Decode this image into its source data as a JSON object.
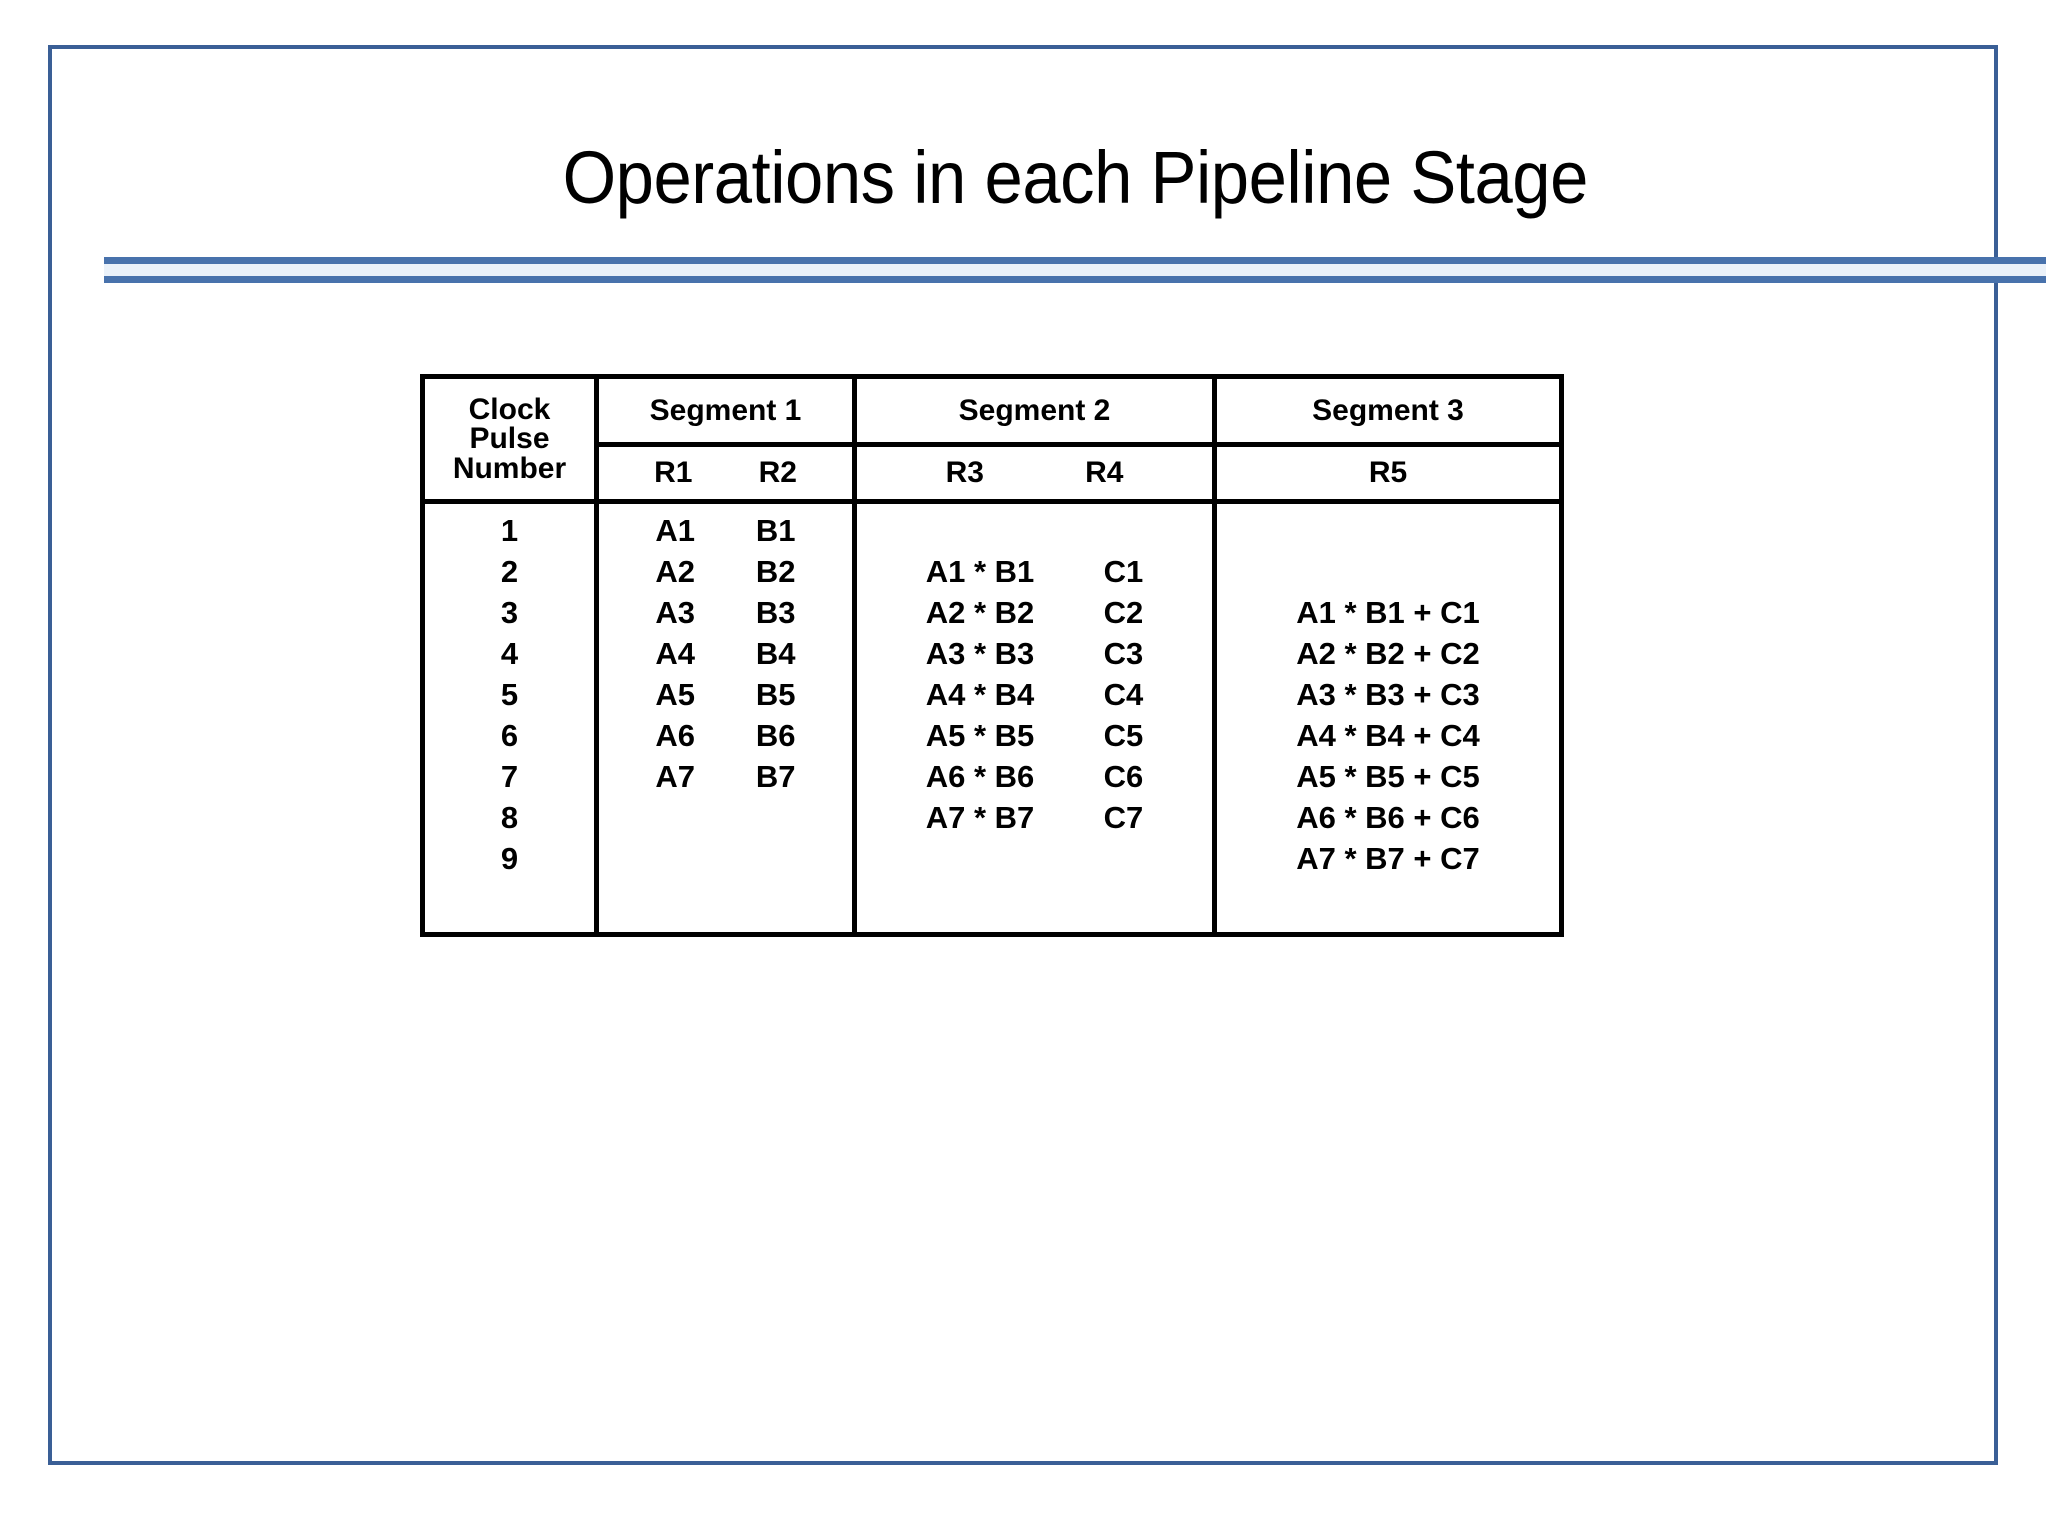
{
  "slide": {
    "title": "Operations in each Pipeline Stage",
    "border_color": "#3a5f96",
    "rule_color": "#4872ac",
    "background": "#ffffff"
  },
  "table": {
    "border_color": "#000000",
    "clock_header": {
      "line1": "Clock",
      "line2": "Pulse",
      "line3": "Number"
    },
    "segments": [
      {
        "title": "Segment 1",
        "registers": [
          "R1",
          "R2"
        ]
      },
      {
        "title": "Segment 2",
        "registers": [
          "R3",
          "R4"
        ]
      },
      {
        "title": "Segment 3",
        "registers": [
          "R5"
        ]
      }
    ],
    "clock_numbers": [
      "1",
      "2",
      "3",
      "4",
      "5",
      "6",
      "7",
      "8",
      "9"
    ],
    "segment1_rows": [
      {
        "r1": "A1",
        "r2": "B1"
      },
      {
        "r1": "A2",
        "r2": "B2"
      },
      {
        "r1": "A3",
        "r2": "B3"
      },
      {
        "r1": "A4",
        "r2": "B4"
      },
      {
        "r1": "A5",
        "r2": "B5"
      },
      {
        "r1": "A6",
        "r2": "B6"
      },
      {
        "r1": "A7",
        "r2": "B7"
      },
      {
        "r1": "",
        "r2": ""
      },
      {
        "r1": "",
        "r2": ""
      }
    ],
    "segment2_rows": [
      {
        "r3": "",
        "r4": ""
      },
      {
        "r3": "A1 * B1",
        "r4": "C1"
      },
      {
        "r3": "A2 * B2",
        "r4": "C2"
      },
      {
        "r3": "A3 * B3",
        "r4": "C3"
      },
      {
        "r3": "A4 * B4",
        "r4": "C4"
      },
      {
        "r3": "A5 * B5",
        "r4": "C5"
      },
      {
        "r3": "A6 * B6",
        "r4": "C6"
      },
      {
        "r3": "A7 * B7",
        "r4": "C7"
      },
      {
        "r3": "",
        "r4": ""
      }
    ],
    "segment3_rows": [
      {
        "r5": ""
      },
      {
        "r5": ""
      },
      {
        "r5": "A1 * B1 + C1"
      },
      {
        "r5": "A2 * B2 + C2"
      },
      {
        "r5": "A3 * B3 + C3"
      },
      {
        "r5": "A4 * B4 + C4"
      },
      {
        "r5": "A5 * B5 + C5"
      },
      {
        "r5": "A6 * B6 + C6"
      },
      {
        "r5": "A7 * B7 + C7"
      }
    ]
  }
}
